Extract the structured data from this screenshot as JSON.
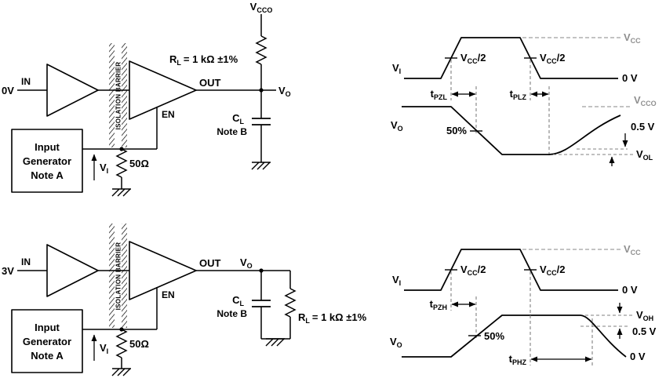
{
  "figure": {
    "isolation_barrier": "ISOLATION BARRIER"
  },
  "circuit_top": {
    "input_level": "0V",
    "in_label": "IN",
    "out_label": "OUT",
    "en_label": "EN",
    "rl_sym": "R",
    "rl_sub": "L",
    "rl_value": "= 1 kΩ ±1%",
    "vcco_sym": "V",
    "vcco_sub": "CCO",
    "vo_sym": "V",
    "vo_sub": "O",
    "cl_sym": "C",
    "cl_sub": "L",
    "cl_note": "Note B",
    "gen_line1": "Input",
    "gen_line2": "Generator",
    "gen_line3": "Note A",
    "vi_sym": "V",
    "vi_sub": "I",
    "r50": "50Ω"
  },
  "circuit_bottom": {
    "input_level": "3V",
    "in_label": "IN",
    "out_label": "OUT",
    "en_label": "EN",
    "rl_sym": "R",
    "rl_sub": "L",
    "rl_value": "= 1 kΩ ±1%",
    "vo_sym": "V",
    "vo_sub": "O",
    "cl_sym": "C",
    "cl_sub": "L",
    "cl_note": "Note B",
    "gen_line1": "Input",
    "gen_line2": "Generator",
    "gen_line3": "Note A",
    "vi_sym": "V",
    "vi_sub": "I",
    "r50": "50Ω"
  },
  "timing_top": {
    "vi_sym": "V",
    "vi_sub": "I",
    "vo_sym": "V",
    "vo_sub": "O",
    "vcc_sym": "V",
    "vcc_sub": "CC",
    "vcc_half_sym": "V",
    "vcc_half_sub": "CC",
    "vcc_half_suffix": "/2",
    "zero_v": "0 V",
    "vcco_sym": "V",
    "vcco_sub": "CCO",
    "half_v": "0.5 V",
    "vol_sym": "V",
    "vol_sub": "OL",
    "pct50": "50%",
    "tpzl_sym": "t",
    "tpzl_sub": "PZL",
    "tplz_sym": "t",
    "tplz_sub": "PLZ"
  },
  "timing_bottom": {
    "vi_sym": "V",
    "vi_sub": "I",
    "vo_sym": "V",
    "vo_sub": "O",
    "vcc_sym": "V",
    "vcc_sub": "CC",
    "vcc_half_sym": "V",
    "vcc_half_sub": "CC",
    "vcc_half_suffix": "/2",
    "zero_v_in": "0 V",
    "zero_v_out": "0 V",
    "voh_sym": "V",
    "voh_sub": "OH",
    "half_v": "0.5 V",
    "pct50": "50%",
    "tpzh_sym": "t",
    "tpzh_sub": "PZH",
    "tphz_sym": "t",
    "tphz_sub": "PHZ"
  }
}
